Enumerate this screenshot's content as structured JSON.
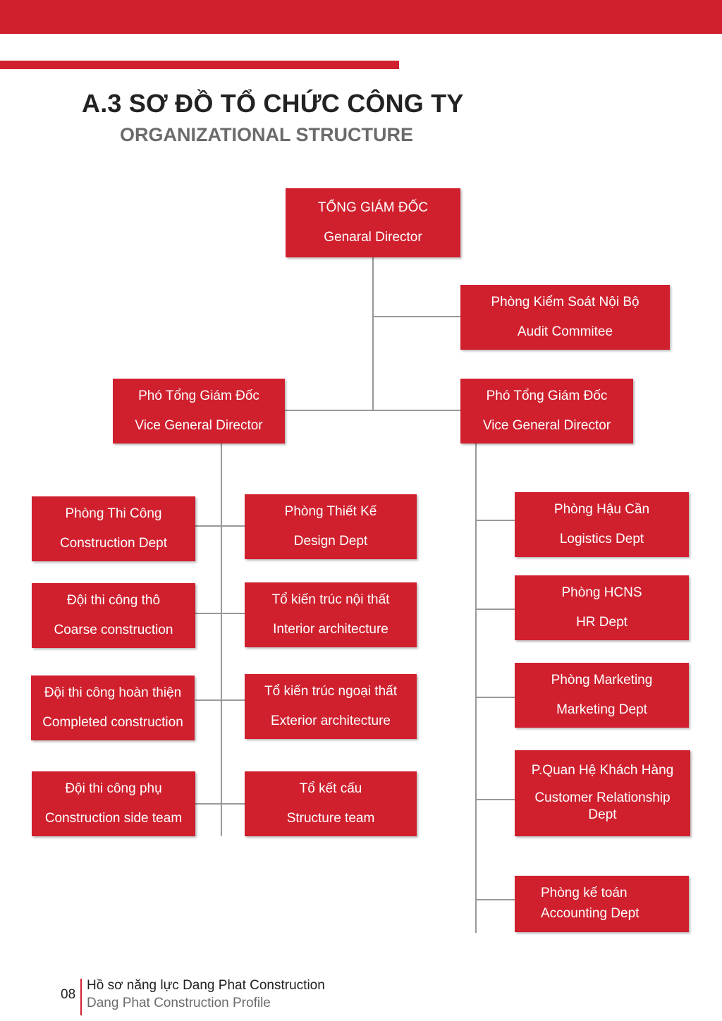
{
  "header": {
    "title": "A.3 SƠ ĐỒ TỔ CHỨC CÔNG TY",
    "subtitle": "ORGANIZATIONAL STRUCTURE",
    "accent_color": "#d0202e"
  },
  "org": {
    "director": {
      "vi": "TỔNG GIÁM ĐỐC",
      "en": "Genaral Director"
    },
    "audit": {
      "vi": "Phòng Kiểm Soát Nội Bộ",
      "en": "Audit Commitee"
    },
    "vice_left": {
      "vi": "Phó Tổng Giám Đốc",
      "en": "Vice General Director"
    },
    "vice_right": {
      "vi": "Phó Tổng Giám Đốc",
      "en": "Vice General Director"
    },
    "construction": {
      "vi": "Phòng Thi Công",
      "en": "Construction Dept"
    },
    "coarse": {
      "vi": "Đội thi công thô",
      "en": "Coarse construction"
    },
    "completed": {
      "vi": "Đội thi công hoàn thiện",
      "en": "Completed construction"
    },
    "side_team": {
      "vi": "Đội thi công phụ",
      "en": "Construction side team"
    },
    "design": {
      "vi": "Phòng Thiết Kế",
      "en": "Design Dept"
    },
    "interior": {
      "vi": "Tổ kiến trúc nội thất",
      "en": "Interior architecture"
    },
    "exterior": {
      "vi": "Tổ kiến trúc ngoại thất",
      "en": "Exterior architecture"
    },
    "structure": {
      "vi": "Tổ kết cấu",
      "en": "Structure team"
    },
    "logistics": {
      "vi": "Phòng Hậu Cần",
      "en": "Logistics Dept"
    },
    "hr": {
      "vi": "Phòng HCNS",
      "en": "HR Dept"
    },
    "marketing": {
      "vi": "Phòng Marketing",
      "en": "Marketing Dept"
    },
    "customer": {
      "vi": "P.Quan Hệ Khách Hàng",
      "en": "Customer Relationship Dept"
    },
    "accounting": {
      "vi": "Phòng kế toán",
      "en": "Accounting Dept"
    }
  },
  "footer": {
    "page_number": "08",
    "line1": "Hồ sơ năng lực Dang Phat Construction",
    "line2": "Dang Phat Construction Profile"
  }
}
